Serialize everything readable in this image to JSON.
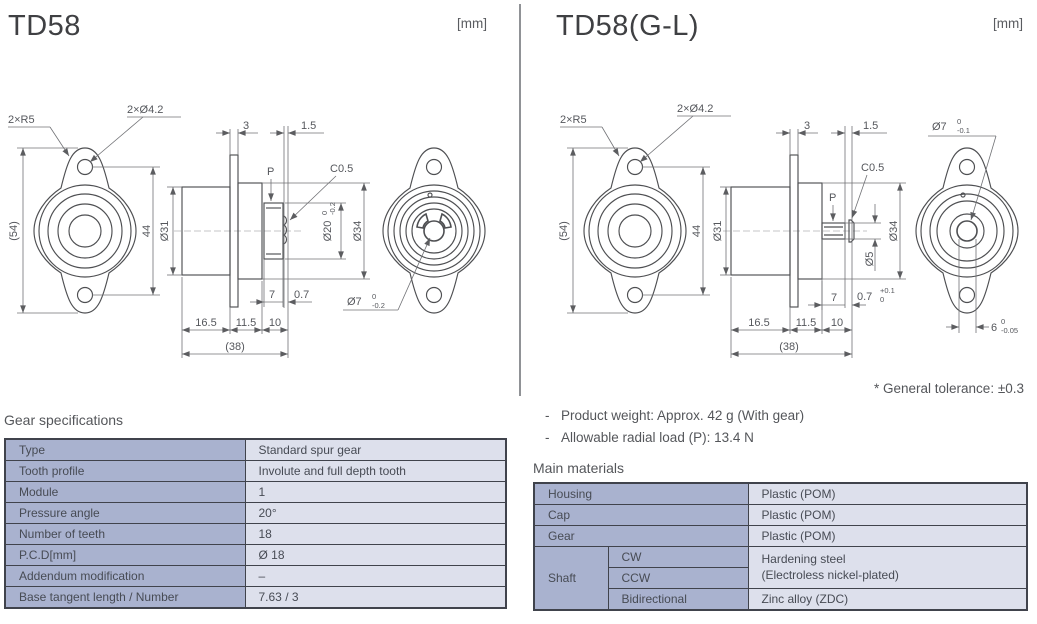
{
  "left_panel": {
    "title": "TD58",
    "units_label": "[mm]",
    "drawing": {
      "corner_radius": "2×R5",
      "mount_holes": "2×Ø4.2",
      "flange_thickness": "3",
      "tip_length": "1.5",
      "load_point": "P",
      "chamfer": "C0.5",
      "flange_height": "(54)",
      "hole_pitch": "44",
      "body_dia": "Ø31",
      "gear_dia": "Ø20",
      "gear_dia_tol_upper": "0",
      "gear_dia_tol_lower": "-0.2",
      "cap_dia": "Ø34",
      "gear_width": "7",
      "gear_gap": "0.7",
      "body_length": "16.5",
      "mid_length": "11.5",
      "front_length": "10",
      "total_length": "(38)",
      "bore_dia": "Ø7",
      "bore_tol_upper": "0",
      "bore_tol_lower": "-0.2"
    },
    "gear_specs": {
      "heading": "Gear specifications",
      "rows": [
        {
          "label": "Type",
          "value": "Standard spur gear"
        },
        {
          "label": "Tooth profile",
          "value": "Involute and full depth tooth"
        },
        {
          "label": "Module",
          "value": "1"
        },
        {
          "label": "Pressure angle",
          "value": "20°"
        },
        {
          "label": "Number of teeth",
          "value": "18"
        },
        {
          "label": "P.C.D[mm]",
          "value": "Ø 18"
        },
        {
          "label": "Addendum modification",
          "value": "–"
        },
        {
          "label": "Base tangent length / Number",
          "value": "7.63 / 3"
        }
      ]
    }
  },
  "right_panel": {
    "title": "TD58(G-L)",
    "units_label": "[mm]",
    "drawing": {
      "corner_radius": "2×R5",
      "mount_holes": "2×Ø4.2",
      "flange_thickness": "3",
      "tip_length": "1.5",
      "load_point": "P",
      "chamfer": "C0.5",
      "flange_height": "(54)",
      "hole_pitch": "44",
      "body_dia": "Ø31",
      "cap_dia": "Ø34",
      "shaft_dia_small": "Ø5",
      "gear_width": "7",
      "gear_gap": "0.7",
      "gear_gap_tol_upper": "+0.1",
      "gear_gap_tol_lower": "0",
      "body_length": "16.5",
      "mid_length": "11.5",
      "front_length": "10",
      "total_length": "(38)",
      "shaft_dia": "Ø7",
      "shaft_dia_tol_upper": "0",
      "shaft_dia_tol_lower": "-0.1",
      "shaft_flat_width": "6",
      "shaft_flat_tol_upper": "0",
      "shaft_flat_tol_lower": "-0.05"
    },
    "general_tolerance": "* General tolerance: ±0.3",
    "notes": [
      {
        "bullet": "-",
        "text": "Product weight: Approx. 42 g (With gear)"
      },
      {
        "bullet": "-",
        "text": "Allowable radial load (P): 13.4 N"
      }
    ],
    "materials": {
      "heading": "Main materials",
      "housing": {
        "label": "Housing",
        "value": "Plastic (POM)"
      },
      "cap": {
        "label": "Cap",
        "value": "Plastic (POM)"
      },
      "gear": {
        "label": "Gear",
        "value": "Plastic (POM)"
      },
      "shaft": {
        "label": "Shaft",
        "cw": "CW",
        "ccw": "CCW",
        "bidirectional": "Bidirectional",
        "cw_value": "Hardening steel\n(Electroless nickel-plated)",
        "bidirectional_value": "Zinc alloy (ZDC)"
      }
    }
  }
}
